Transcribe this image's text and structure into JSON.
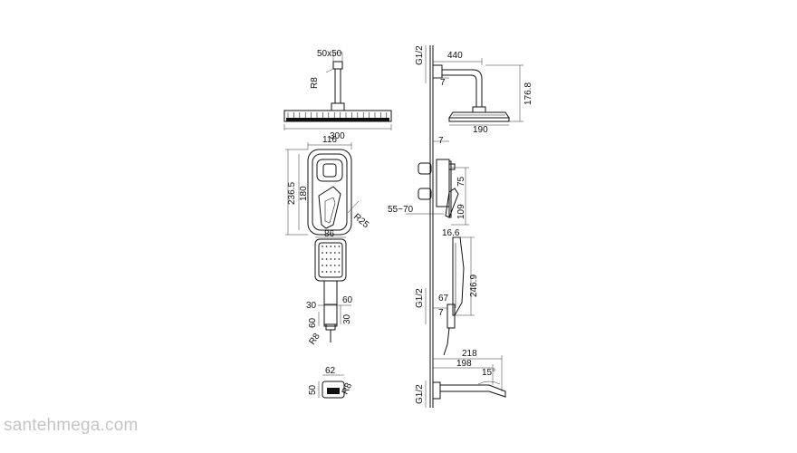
{
  "watermark": "santehmega.com",
  "labels": {
    "head_mount_size": "50x50",
    "head_mount_radius": "R8",
    "head_width": "300",
    "panel_width": "116",
    "panel_height_outer": "236.5",
    "panel_height_inner": "180",
    "panel_radius": "R25",
    "hand_width": "86",
    "hand_neck": "30",
    "hand_holder": "60",
    "hand_holder_depth": "30",
    "hand_base_radius": "R8",
    "hand_base_height": "60",
    "spout_width": "62",
    "spout_height": "50",
    "spout_radius": "R8",
    "thread_top": "G1/2",
    "arm_length": "440",
    "arm_offset": "7",
    "arm_height": "176.8",
    "head_diameter": "190",
    "valve_offset": "7",
    "valve_height": "75",
    "valve_depth": "55~70",
    "lever_height": "109",
    "handset_depth": "16.6",
    "handset_length": "246.9",
    "thread_mid": "G1/2",
    "holder_offset": "67",
    "holder_gap": "7",
    "spout_length_outer": "218",
    "spout_length_inner": "198",
    "spout_angle": "15°",
    "thread_bottom": "G1/2"
  }
}
